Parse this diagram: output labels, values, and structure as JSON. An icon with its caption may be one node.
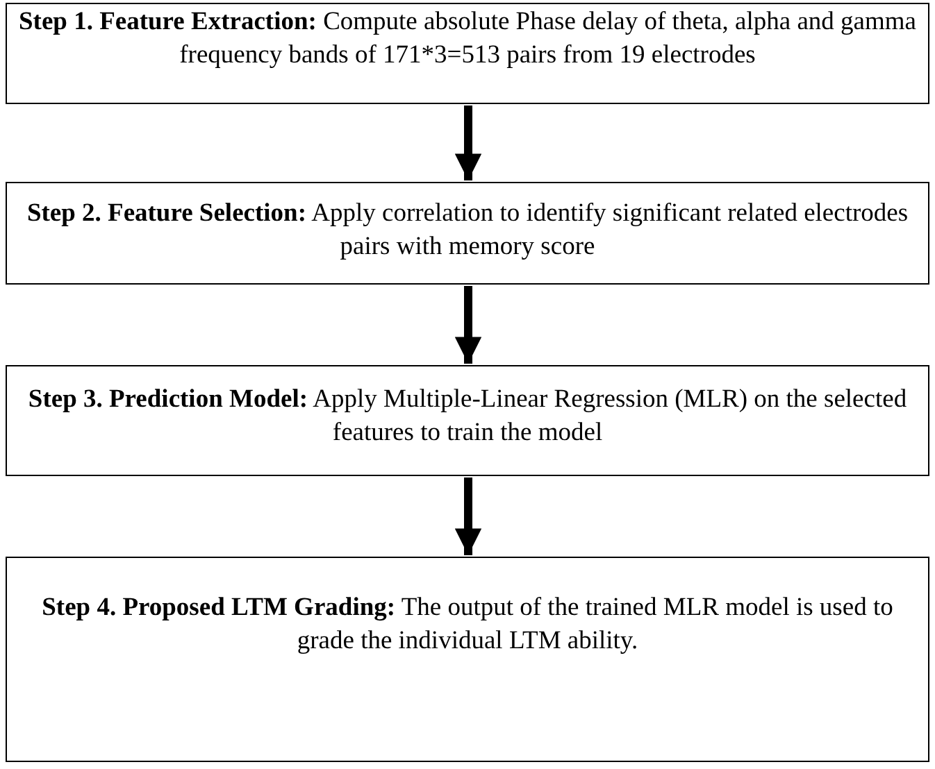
{
  "diagram": {
    "nodes": [
      {
        "text": [
          "**Step 1. Feature Extraction:** Compute absolute Phase delay of theta, alpha and gamma frequency bands of 171*3=513 pairs from 19 electrodes"
        ]
      },
      {
        "text": [
          "**Step 2. Feature Selection:** Apply correlation to identify significant related electrodes pairs with memory score"
        ]
      },
      {
        "text": [
          "**Step 3. Prediction Model:** Apply Multiple-Linear Regression (MLR) on the selected features to train the model"
        ]
      },
      {
        "text": [
          "**Step 4. Proposed LTM Grading:** The output of the trained MLR model is used to grade the individual LTM ability."
        ]
      }
    ],
    "edges": [
      {
        "from": 0,
        "to": 1,
        "arrow": "to"
      },
      {
        "from": 1,
        "to": 2,
        "arrow": "to"
      },
      {
        "from": 2,
        "to": 3,
        "arrow": "to"
      }
    ]
  }
}
